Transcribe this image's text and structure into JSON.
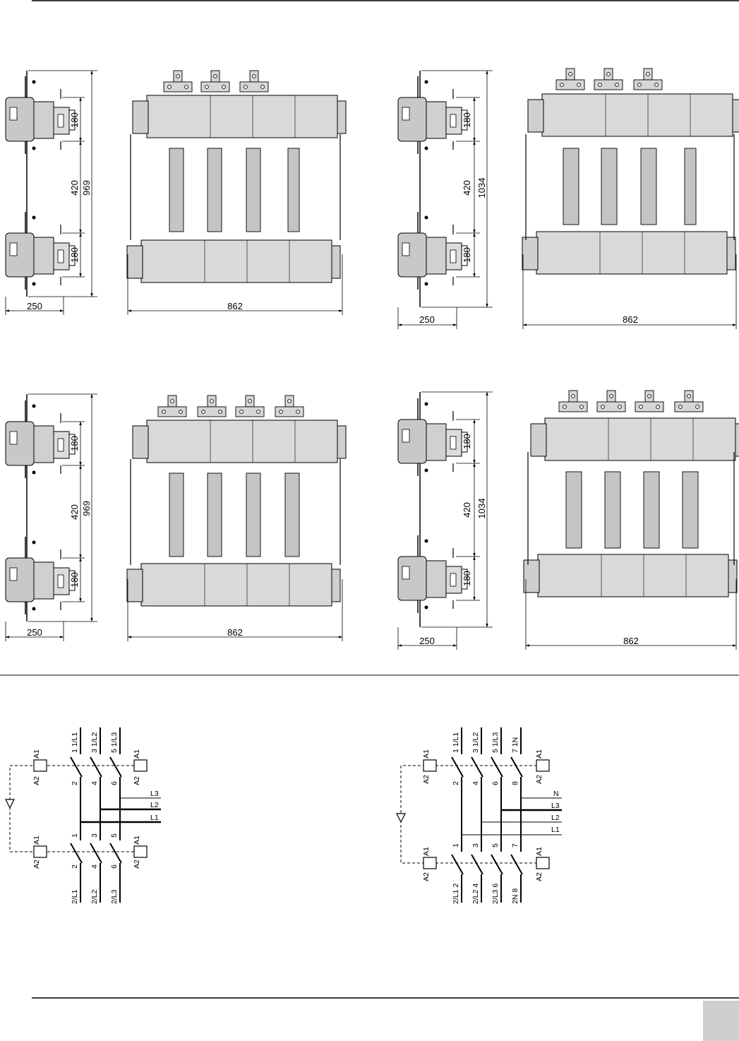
{
  "colors": {
    "ink": "#000000",
    "body_fill": "#d9d9d9",
    "side_fill": "#c8c8c8",
    "bar_fill": "#c4c4c4",
    "tab_fill": "#d6d6d6",
    "page_tab": "#cfcfcf"
  },
  "dimensions": {
    "set_a": {
      "width_side": "250",
      "width_front": "862",
      "top": "180",
      "middle": "420",
      "bottom": "180",
      "overall": "969"
    },
    "set_b": {
      "width_side": "250",
      "width_front": "862",
      "top": "180",
      "middle": "420",
      "bottom": "180",
      "overall": "1034"
    }
  },
  "schematic_3p": {
    "coil_labels": {
      "a1": "A1",
      "a2": "A2"
    },
    "top_terminals": [
      "1 1/L1",
      "3 1/L2",
      "5 1/L3"
    ],
    "upper_poles": [
      "2",
      "4",
      "6"
    ],
    "lower_poles_in": [
      "1",
      "3",
      "5"
    ],
    "lower_poles_out": [
      "2",
      "4",
      "6"
    ],
    "bottom_terminals": [
      "2/L1",
      "2/L2",
      "2/L3"
    ],
    "lines": [
      "L3",
      "L2",
      "L1"
    ]
  },
  "schematic_4p": {
    "coil_labels": {
      "a1": "A1",
      "a2": "A2"
    },
    "top_terminals": [
      "1 1/L1",
      "3 1/L2",
      "5 1/L3",
      "7 1N"
    ],
    "upper_poles": [
      "2",
      "4",
      "6",
      "8"
    ],
    "lower_poles_in": [
      "1",
      "3",
      "5",
      "7"
    ],
    "bottom_terminals": [
      "2/L1 2",
      "2/L2 4",
      "2/L3 6",
      "2N 8"
    ],
    "lines": [
      "N",
      "L3",
      "L2",
      "L1"
    ]
  }
}
